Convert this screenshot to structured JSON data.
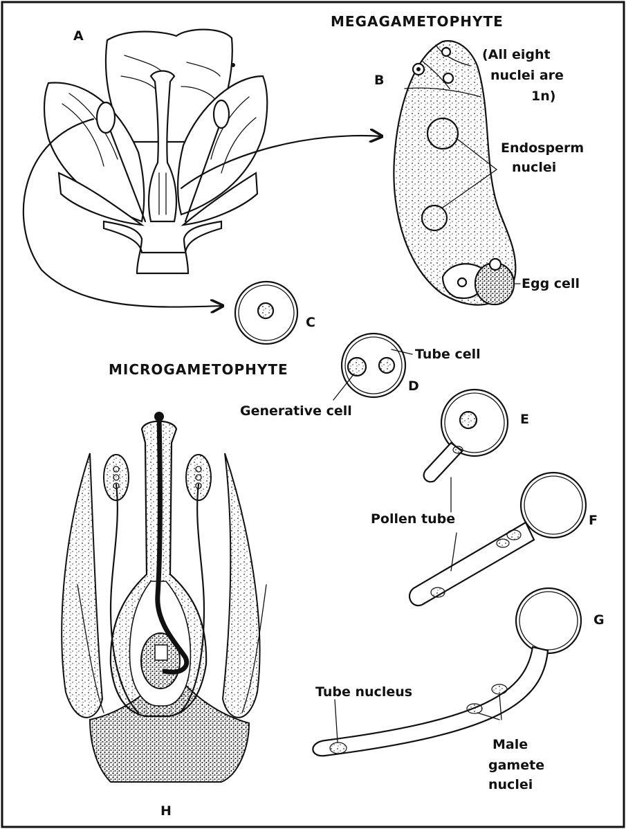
{
  "labels": {
    "A": "A",
    "B": "B",
    "C": "C",
    "D": "D",
    "E": "E",
    "F": "F",
    "G": "G",
    "H": "H"
  },
  "headings": {
    "megagametophyte": "MEGAGAMETOPHYTE",
    "microgametophyte": "MICROGAMETOPHYTE"
  },
  "annotations": {
    "ploidy_line1": "(All eight",
    "ploidy_line2": "nuclei are",
    "ploidy_line3": "1n)",
    "endosperm_line1": "Endosperm",
    "endosperm_line2": "nuclei",
    "egg_cell": "Egg cell",
    "tube_cell": "Tube cell",
    "generative_cell": "Generative cell",
    "pollen_tube": "Pollen tube",
    "tube_nucleus": "Tube nucleus",
    "male_line1": "Male",
    "male_line2": "gamete",
    "male_line3": "nuclei"
  }
}
